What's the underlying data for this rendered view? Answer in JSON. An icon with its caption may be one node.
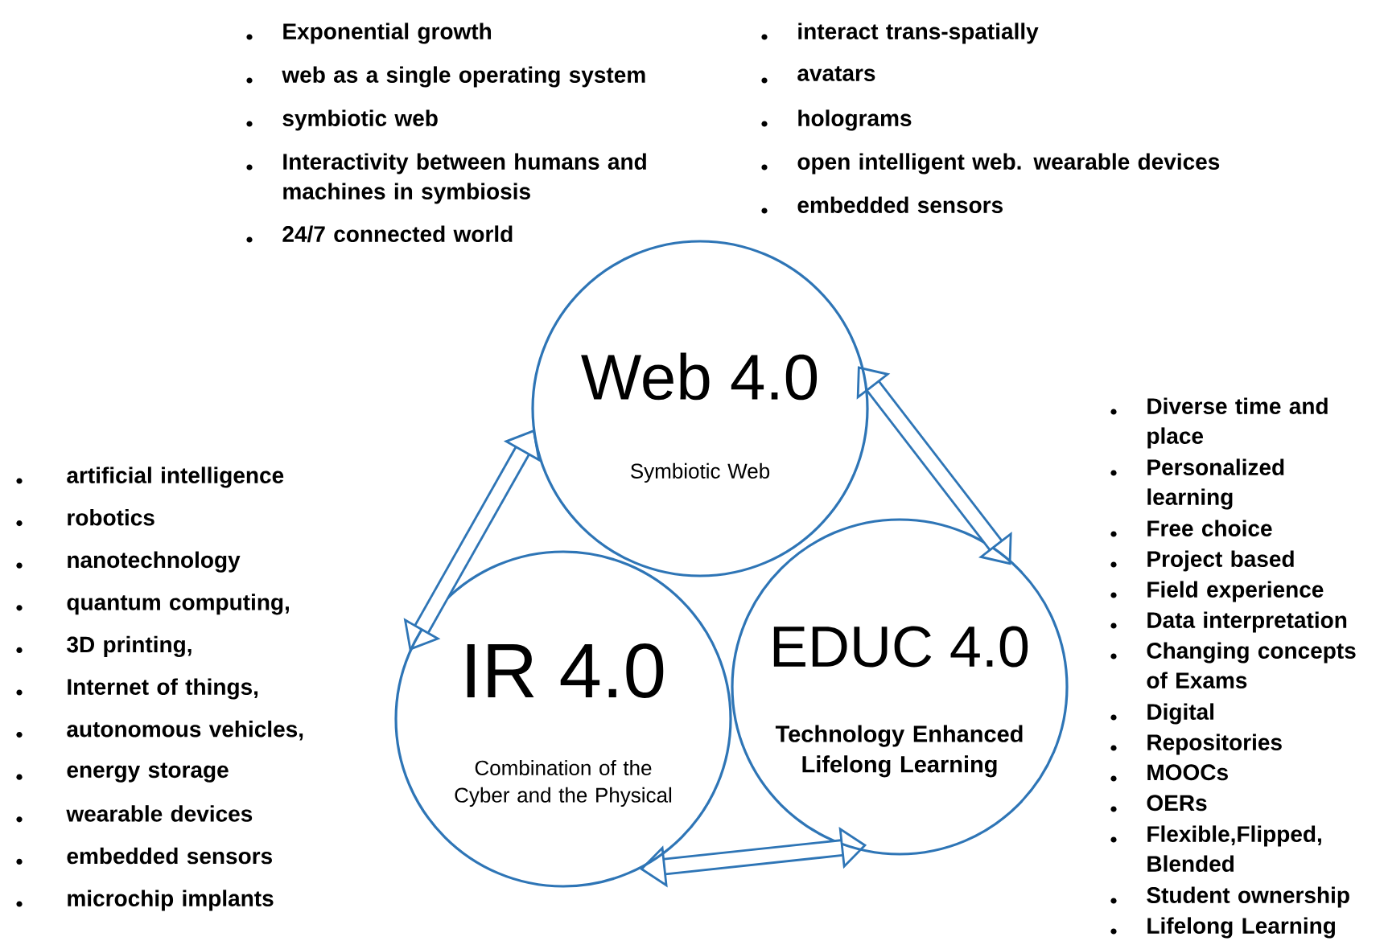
{
  "diagram": {
    "nodes": [
      {
        "text": [
          "Web 4.0",
          "Symbiotic Web"
        ]
      },
      {
        "text": [
          "IR 4.0",
          "Combination of the Cyber and the Physical"
        ]
      },
      {
        "text": [
          "EDUC 4.0",
          "Technology Enhanced Lifelong Learning"
        ]
      }
    ],
    "edges": [
      {
        "from": 0,
        "to": 2,
        "arrow": "both"
      },
      {
        "from": 1,
        "to": 0,
        "arrow": "both"
      },
      {
        "from": 1,
        "to": 2,
        "arrow": "both"
      }
    ],
    "labels": [
      "Exponential growth",
      "web as a single operating system",
      "symbiotic web",
      "Interactivity between humans and machines in symbiosis",
      "24/7 connected world",
      "interact trans-spatially",
      "avatars",
      "holograms",
      "open intelligent web. wearable devices",
      "embedded sensors",
      "artificial intelligence",
      "robotics",
      "nanotechnology",
      "quantum computing,",
      "3D printing,",
      "Internet of things,",
      "autonomous vehicles,",
      "energy storage",
      "wearable devices",
      "embedded sensors",
      "microchip implants",
      "Diverse time and place",
      "Personalized learning",
      "Free choice",
      "Project based",
      "Field experience",
      "Data interpretation",
      "Changing concepts of Exams",
      "Digital",
      "Repositories",
      "MOOCs",
      "OERs",
      "Flexible,Flipped, Blended",
      "Student ownership",
      "Lifelong Learning"
    ]
  }
}
